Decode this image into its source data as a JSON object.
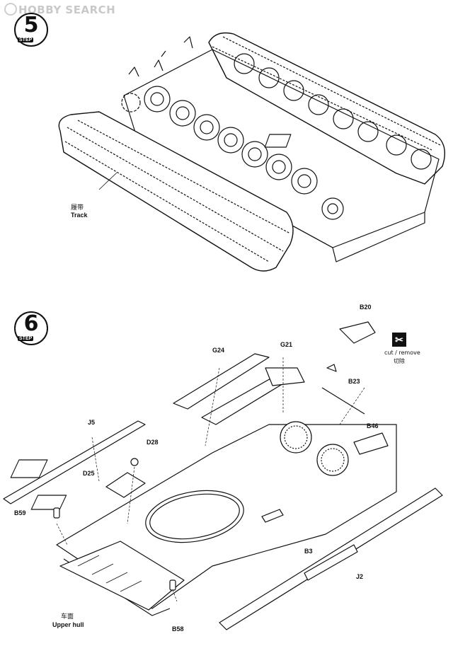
{
  "watermark": {
    "text": "HOBBY SEARCH"
  },
  "steps": [
    {
      "number": "5",
      "word": "STEP"
    },
    {
      "number": "6",
      "word": "STEP"
    }
  ],
  "step5": {
    "track_label_cn": "履带",
    "track_label_en": "Track"
  },
  "step6": {
    "parts": {
      "b20": "B20",
      "g21": "G21",
      "g24": "G24",
      "b23": "B23",
      "j5": "J5",
      "d28": "D28",
      "b46": "B46",
      "d25": "D25",
      "b59": "B59",
      "b3": "B3",
      "j2": "J2",
      "b58": "B58"
    },
    "cut_remove_en": "cut / remove",
    "cut_remove_cn": "切除",
    "upper_hull_cn": "车面",
    "upper_hull_en": "Upper hull"
  },
  "colors": {
    "line": "#111111",
    "watermark": "#c9c9c9",
    "background": "#ffffff"
  }
}
